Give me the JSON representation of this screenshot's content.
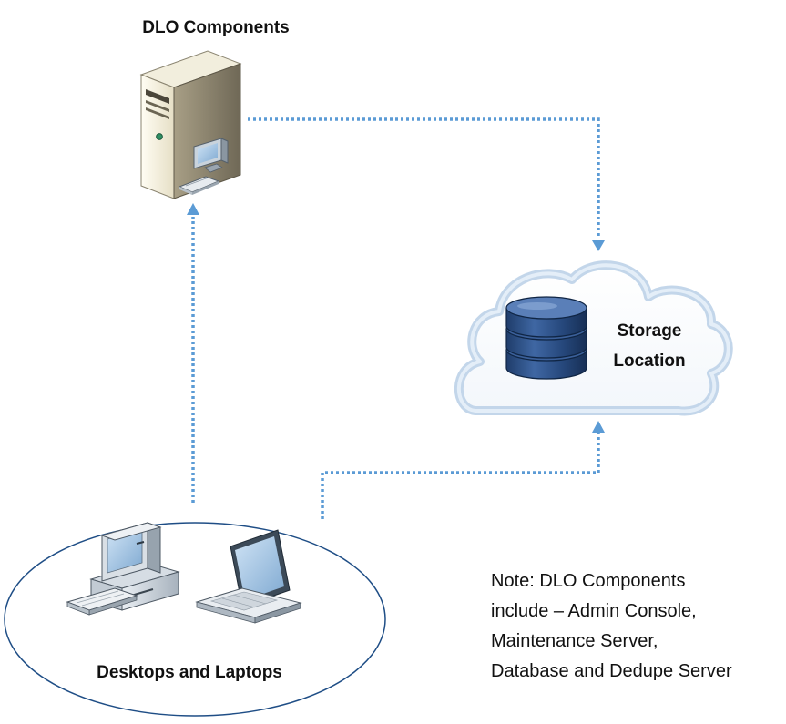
{
  "diagram": {
    "title": "DLO Components",
    "storage": {
      "line1": "Storage",
      "line2": "Location"
    },
    "clients_label": "Desktops and Laptops",
    "note": {
      "line1": "Note: DLO Components",
      "line2": "include – Admin Console,",
      "line3": "Maintenance Server,",
      "line4": "Database and Dedupe Server"
    }
  },
  "colors": {
    "connector": "#5b9bd5",
    "cloud_outline": "#b9d0e6",
    "database": "#2b4c7e"
  },
  "icons": {
    "server": "server-tower-icon",
    "storage": "database-icon",
    "cloud": "cloud-icon",
    "desktop": "desktop-computer-icon",
    "laptop": "laptop-icon"
  }
}
